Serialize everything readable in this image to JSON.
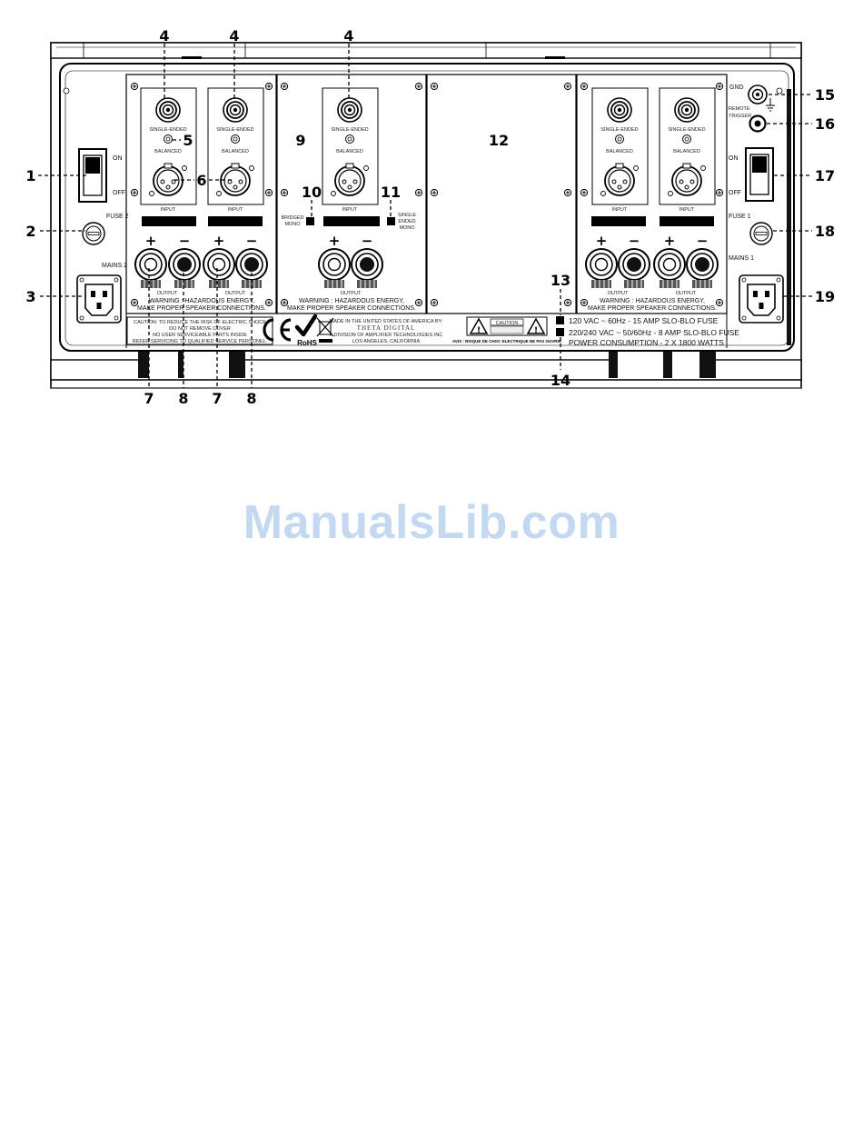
{
  "callouts": [
    "1",
    "2",
    "3",
    "4",
    "4",
    "4",
    "5",
    "6",
    "7",
    "8",
    "7",
    "8",
    "9",
    "10",
    "11",
    "12",
    "13",
    "14",
    "15",
    "16",
    "17",
    "18",
    "19"
  ],
  "left_side": {
    "switch_on": "ON",
    "switch_off": "OFF",
    "fuse": "FUSE 2",
    "mains": "MAINS 2"
  },
  "right_side": {
    "gnd": "GND",
    "remote_1": "REMOTE",
    "remote_2": "TRIGGER",
    "switch_on": "ON",
    "switch_off": "OFF",
    "fuse": "FUSE 1",
    "mains": "MAINS 1"
  },
  "module": {
    "single_ended": "SINGLE-ENDED",
    "balanced": "BALANCED",
    "input": "INPUT",
    "output": "OUTPUT",
    "plus": "+",
    "minus": "−",
    "warning_1": "WARNING : HAZARDOUS ENERGY,",
    "warning_2": "MAKE PROPER SPEAKER CONNECTIONS."
  },
  "mono_module": {
    "bridged_1": "BRIDGED",
    "bridged_2": "MONO",
    "single_1": "SINGLE",
    "single_2": "ENDED",
    "single_3": "MONO"
  },
  "caution_box": [
    "CAUTION: TO REDUCE THE RISK OF ELECTRIC SHOCK",
    "DO NOT REMOVE COVER",
    "NO USER SERVICEABLE PARTS INSIDE",
    "REFER SERVICING TO QUALIFIED SERVICE PERSONEL."
  ],
  "rohs": "RoHS",
  "made_in": [
    "MADE IN THE UNITED STATES OF AMERICA BY:",
    "THETA DIGITAL",
    "A DIVISION OF AMPLIFIER TECHNOLOGIES INC",
    "LOS ANGELES, CALIFORNIA"
  ],
  "caution_label": "CAUTION",
  "avis": "AVIS : RISQUE DE CHOC ELECTRIQUE NE PAS OUVRIR",
  "fuse_info": [
    "120 VAC ~ 60Hz - 15 AMP SLO-BLO FUSE",
    "220/240 VAC ~ 50/60Hz - 8 AMP SLO-BLO FUSE",
    "POWER CONSUMPTION - 2 X 1800 WATTS"
  ],
  "watermark": "ManualsLib.com"
}
